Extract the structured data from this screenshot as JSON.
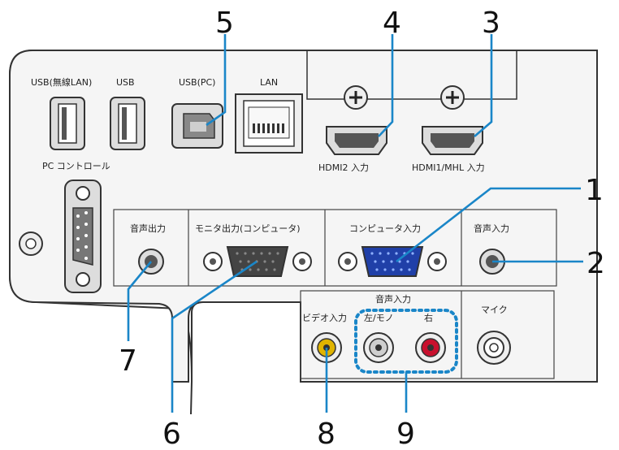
{
  "labels": {
    "usb_wlan": "USB(無線LAN)",
    "usb": "USB",
    "usb_pc": "USB(PC)",
    "lan": "LAN",
    "pc_control": "PC コントロール",
    "hdmi2": "HDMI2 入力",
    "hdmi1": "HDMI1/MHL 入力",
    "audio_out": "音声出力",
    "monitor_out": "モニタ出力(コンピュータ)",
    "computer_in": "コンピュータ入力",
    "audio_in": "音声入力",
    "audio_in_group": "音声入力",
    "video_in": "ビデオ入力",
    "left_mono": "左/モノ",
    "right": "右",
    "mic": "マイク"
  },
  "callouts": {
    "n1": "1",
    "n2": "2",
    "n3": "3",
    "n4": "4",
    "n5": "5",
    "n6": "6",
    "n7": "7",
    "n8": "8",
    "n9": "9"
  },
  "colors": {
    "leader": "#1a86c8",
    "vga_in": "#2040a8",
    "video_rca": "#e0b400",
    "right_rca": "#c8102e",
    "panel_bg": "#f5f5f5",
    "outline": "#333333"
  }
}
